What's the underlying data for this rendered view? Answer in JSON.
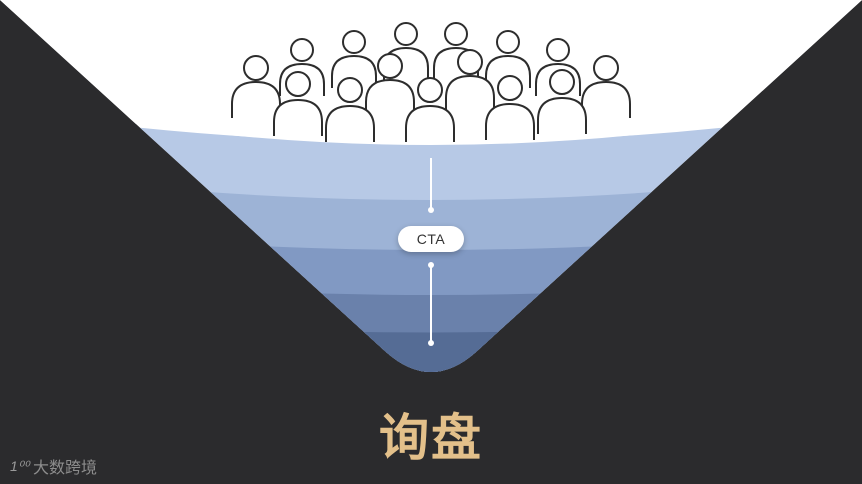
{
  "diagram": {
    "cta_label": "CTA",
    "title": "询盘",
    "colors": {
      "background": "#2b2b2d",
      "title": "#e3c08a",
      "funnel_layers": [
        "#b7c9e6",
        "#9db3d6",
        "#8199c3",
        "#6a81ab",
        "#556c95"
      ]
    },
    "people_icon": "person-outline-icon",
    "watermark": {
      "logo": "1⁰⁰",
      "text": "大数跨境"
    }
  }
}
